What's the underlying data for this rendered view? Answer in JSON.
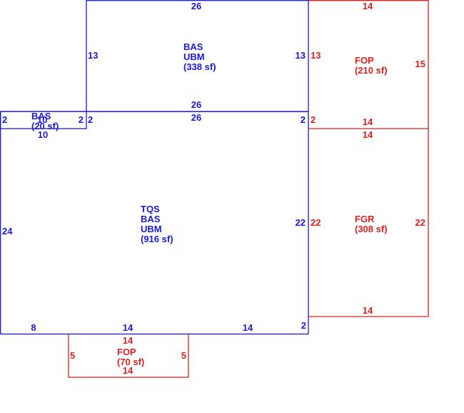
{
  "colors": {
    "main": "#1a1ad6",
    "outbuilding": "#dd2020"
  },
  "areas": {
    "upper_bas": {
      "line1": "BAS",
      "line2": "UBM",
      "line3": "(338 sf)"
    },
    "small_bas": {
      "line1": "BAS",
      "line2": "(20 sf)",
      "overlap": "10"
    },
    "main_tqs": {
      "line1": "TQS",
      "line2": "BAS",
      "line3": "UBM",
      "line4": "(916 sf)"
    },
    "fop_top": {
      "line1": "FOP",
      "line2": "(210 sf)"
    },
    "fgr": {
      "line1": "FGR",
      "line2": "(308 sf)"
    },
    "fop_bottom": {
      "line1": "FOP",
      "line2": "(70 sf)"
    }
  },
  "dims": {
    "upper_top": "26",
    "upper_left": "13",
    "upper_right": "13",
    "upper_bottom": "26",
    "main_top": "26",
    "small_left": "2",
    "small_right": "2",
    "small_bottom": "10",
    "main_left_notch": "2",
    "main_right_notch": "2",
    "main_left": "24",
    "main_right": "22",
    "main_bottom_8": "8",
    "main_bottom_14a": "14",
    "main_bottom_14b": "14",
    "main_bottom_right": "2",
    "fop_top_top": "14",
    "fop_top_left": "13",
    "fop_top_right": "15",
    "fop_top_bottom": "14",
    "fgr_top": "14",
    "fgr_left": "22",
    "fgr_right": "22",
    "fgr_bottom": "14",
    "fopb_top": "14",
    "fopb_left": "5",
    "fopb_right": "5",
    "fopb_bottom": "14"
  }
}
